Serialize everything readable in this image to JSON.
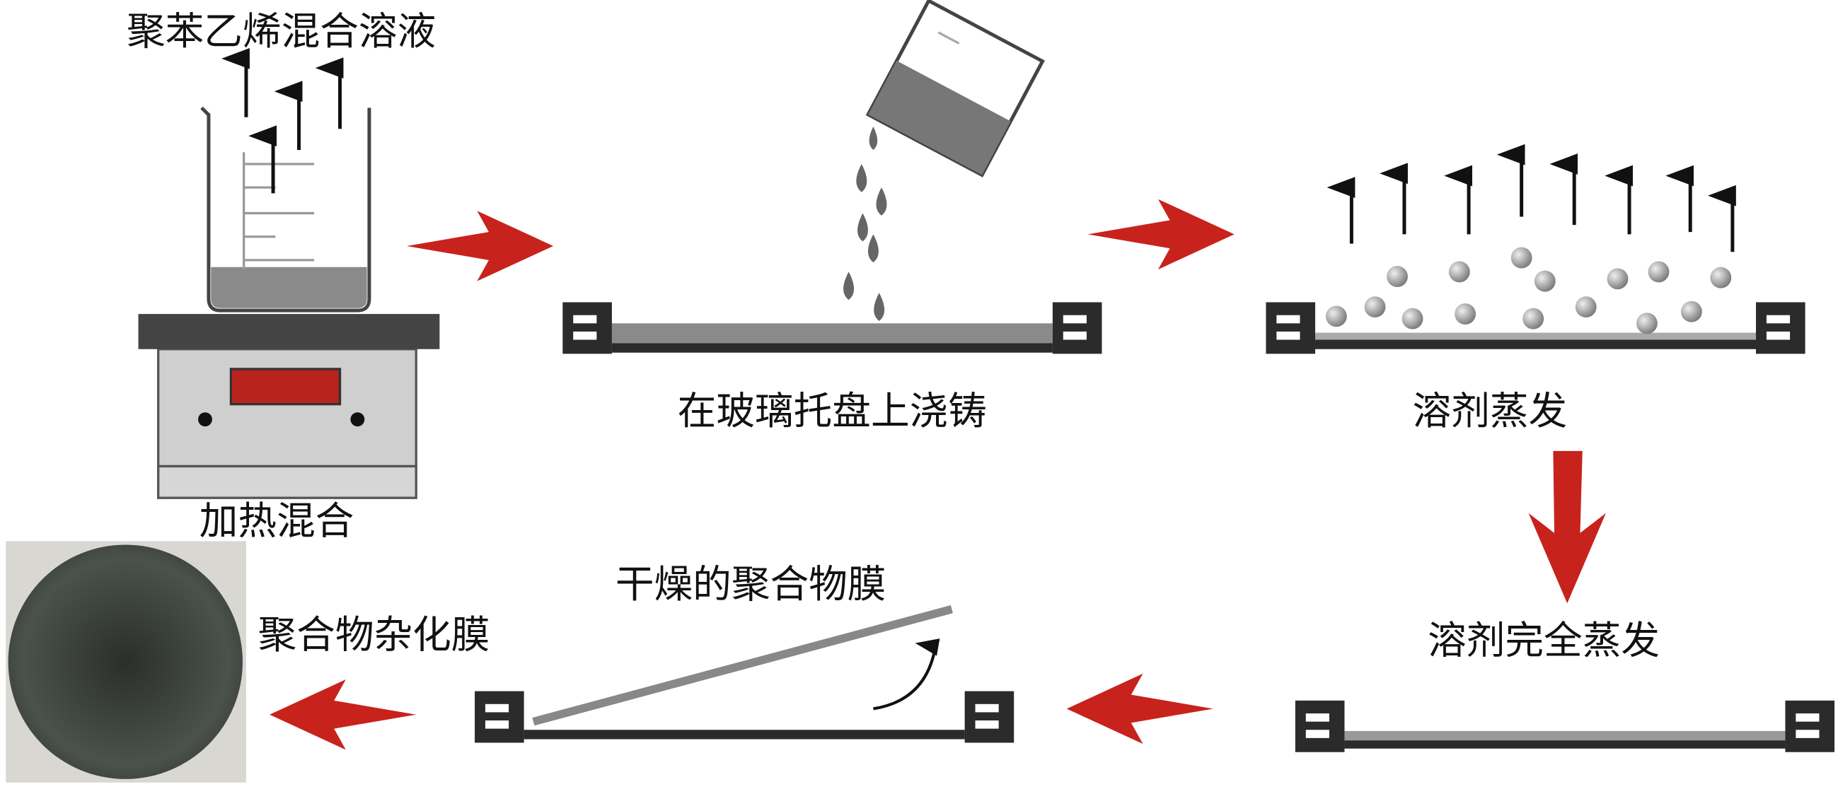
{
  "labels": {
    "solution": "聚苯乙烯混合溶液",
    "heat_mix": "加热混合",
    "cast": "在玻璃托盘上浇铸",
    "evaporate": "溶剂蒸发",
    "full_evaporate": "溶剂完全蒸发",
    "dried_film": "干燥的聚合物膜",
    "hybrid_film": "聚合物杂化膜"
  },
  "colors": {
    "arrow_red": "#c8221d",
    "tray_dark": "#2b2b2b",
    "liquid_gray": "#8a8a8a",
    "display_red": "#b8231e"
  }
}
